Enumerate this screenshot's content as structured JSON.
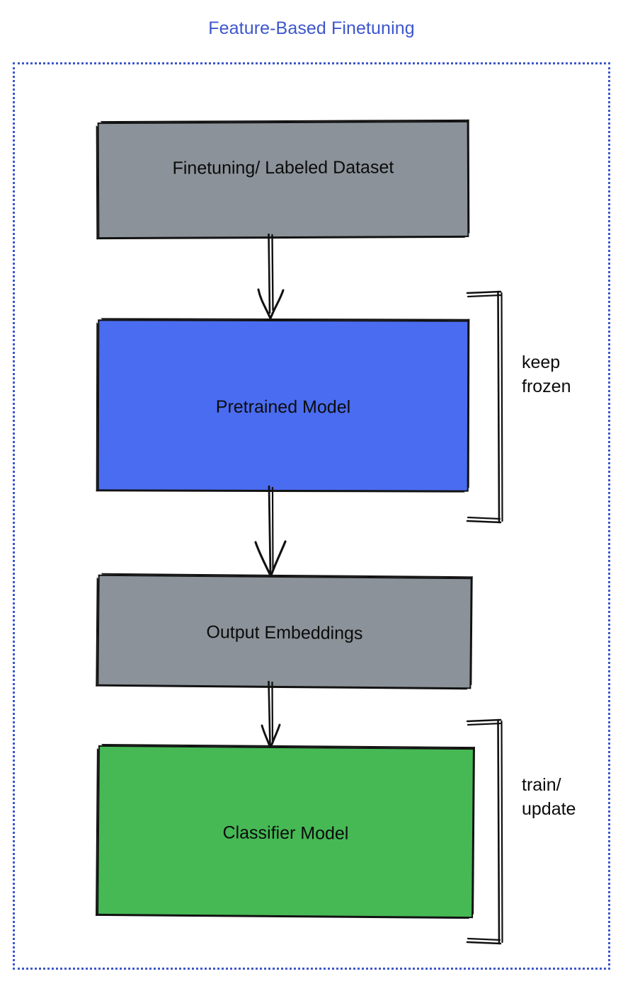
{
  "diagram": {
    "title": "Feature-Based Finetuning",
    "type": "flowchart",
    "orientation": "vertical",
    "colors": {
      "title": "#3d56cc",
      "frame_border": "#3d56cc",
      "dataset_fill": "#8b9299",
      "pretrained_fill": "#4a6cf0",
      "embeddings_fill": "#8b9299",
      "classifier_fill": "#46b955",
      "stroke": "#121212",
      "text": "#0b0b0b",
      "background": "#ffffff"
    },
    "nodes": [
      {
        "id": "dataset",
        "label": "Finetuning/ Labeled Dataset",
        "fill": "#8b9299"
      },
      {
        "id": "pretrained",
        "label": "Pretrained Model",
        "fill": "#4a6cf0"
      },
      {
        "id": "embeddings",
        "label": "Output Embeddings",
        "fill": "#8b9299"
      },
      {
        "id": "classifier",
        "label": "Classifier Model",
        "fill": "#46b955"
      }
    ],
    "edges": [
      {
        "id": "edge-1",
        "from": "dataset",
        "to": "pretrained",
        "style": "arrow-down"
      },
      {
        "id": "edge-2",
        "from": "pretrained",
        "to": "embeddings",
        "style": "arrow-down"
      },
      {
        "id": "edge-3",
        "from": "embeddings",
        "to": "classifier",
        "style": "arrow-down"
      }
    ],
    "annotations": [
      {
        "id": "keep-frozen",
        "text": "keep\nfrozen",
        "targets": [
          "pretrained"
        ]
      },
      {
        "id": "train-update",
        "text": "train/\nupdate",
        "targets": [
          "classifier"
        ]
      }
    ]
  }
}
